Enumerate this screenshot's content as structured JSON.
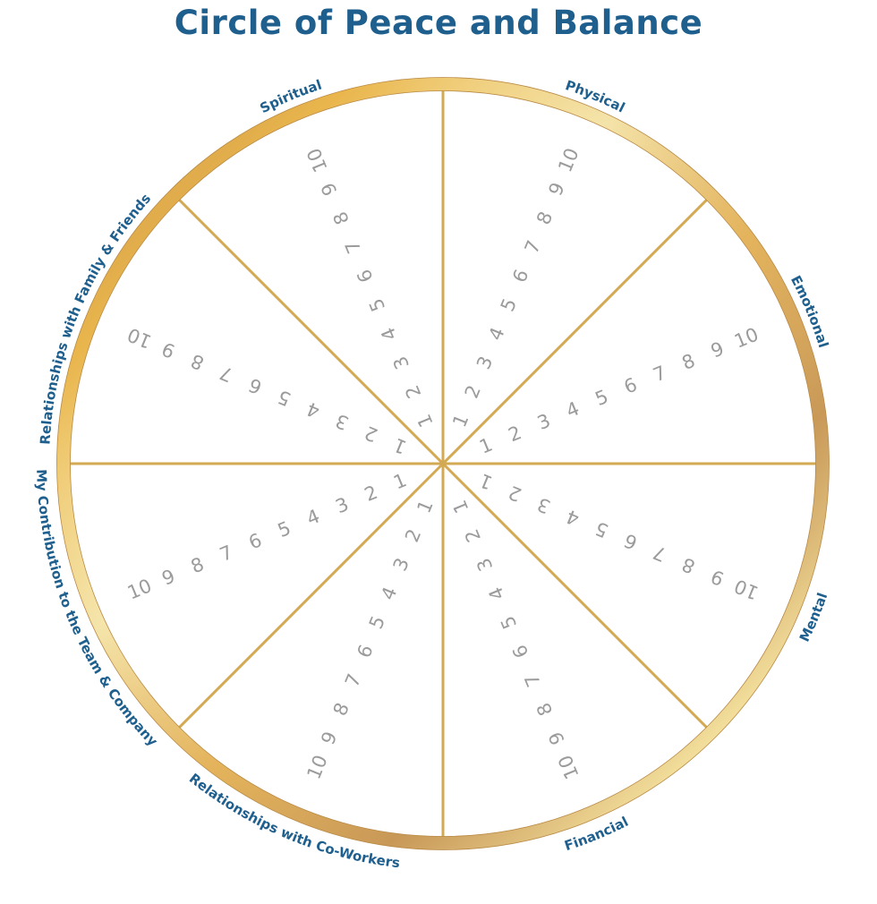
{
  "title": "Circle of Peace and Balance",
  "colors": {
    "title": "#1e5f8e",
    "category": "#1e5f8e",
    "numbers": "#9b9b9b",
    "spokes": "#d3a953",
    "ring_light": "#fbefb6",
    "ring_mid": "#e9b54c",
    "ring_dark": "#c28e4c"
  },
  "scale": [
    "1",
    "2",
    "3",
    "4",
    "5",
    "6",
    "7",
    "8",
    "9",
    "10"
  ],
  "categories": [
    "Physical",
    "Emotional",
    "Mental",
    "Financial",
    "Relationships  with Co-Workers",
    "My Contribution to the Team & Company",
    "Relationships with Family & Friends",
    "Spiritual"
  ]
}
